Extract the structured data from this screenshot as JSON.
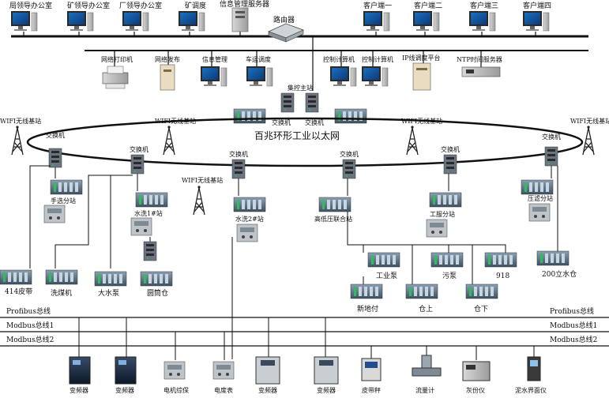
{
  "top_labels": {
    "office_1": "局领导办公室",
    "office_2": "矿领导办公室",
    "office_3": "厂领导办公室",
    "mine_dispatch": "矿调度",
    "info_server": "信息管理服务器",
    "router": "路由器",
    "client_1": "客户端一",
    "client_2": "客户端二",
    "client_3": "客户端三",
    "client_4": "客户端四"
  },
  "second_labels": {
    "net_printer": "网络打印机",
    "web_publish": "网络发布",
    "info_manage": "信息管理",
    "vehicle_dispatch": "车运调度",
    "control_pc_1": "控制计算机",
    "control_pc_2": "控制计算机",
    "ip_dispatch": "IP线调度平台",
    "ntp_server": "NTP时间服务器"
  },
  "core": {
    "master_station": "集控主站",
    "switch_left": "交换机",
    "switch_right": "交换机",
    "ring_label": "百兆环形工业以太网"
  },
  "wifi": {
    "w1": "WIFI无线基站",
    "w2": "WIFI无线基站",
    "w3": "WIFI无线基站",
    "w4": "WIFI无线基站",
    "w5": "WIFI无线基站"
  },
  "ring_switches": {
    "s1": "交换机",
    "s2": "交换机",
    "s3": "交换机",
    "s4": "交换机",
    "s5": "交换机",
    "s6": "交换机"
  },
  "substations": {
    "hand_select": "手选分站",
    "water_wash": "水洗1#站",
    "water_wash2": "水洗2#站",
    "hp_station": "高低压联合站",
    "workshop": "工服分站",
    "filter": "压滤分站"
  },
  "field": {
    "belt_414": "414皮带",
    "coal_washer": "洗煤机",
    "water_pump": "大水泵",
    "silo": "圆筒仓",
    "industrial_pump": "工业泵",
    "slurry_pump": "污泵",
    "n918": "918",
    "tank_200": "200立水仓",
    "new_field": "新地付",
    "bin_up": "仓上",
    "bin_down": "仓下"
  },
  "buses": {
    "profibus_left": "Profibus总线",
    "profibus_right": "Profibus总线",
    "modbus1_left": "Modbus总线1",
    "modbus1_right": "Modbus总线1",
    "modbus2_left": "Modbus总线2",
    "modbus2_right": "Modbus总线2"
  },
  "devices": {
    "vfd_1": "变频器",
    "vfd_2": "变频器",
    "motor_protect": "电机综保",
    "power_meter": "电度表",
    "vfd_3": "变频器",
    "vfd_4": "变频器",
    "belt_scale": "皮带秤",
    "flow_meter": "流量计",
    "ash_meter": "灰份仪",
    "level_meter": "泥水界面仪"
  }
}
